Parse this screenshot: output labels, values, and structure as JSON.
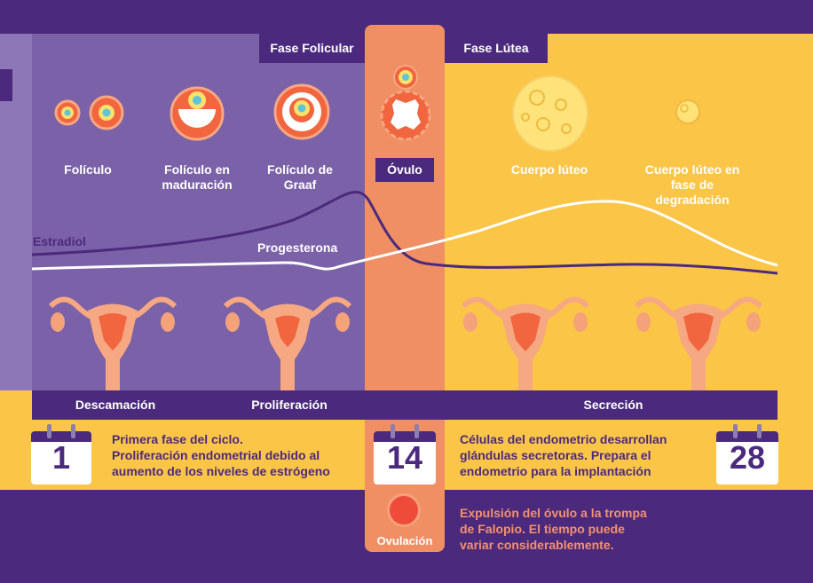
{
  "phases": {
    "follicular": "Fase Folicular",
    "luteal": "Fase Lútea"
  },
  "stages": {
    "foliculo": "Folículo",
    "maduracion": "Folículo en maduración",
    "graaf": "Folículo de Graaf",
    "ovulo": "Óvulo",
    "luteo": "Cuerpo lúteo",
    "luteo_degradacion": "Cuerpo lúteo en fase de degradación"
  },
  "curves": {
    "estradiol": "Estradiol",
    "progesterona": "Progesterona"
  },
  "bar": {
    "descamacion": "Descamación",
    "proliferacion": "Proliferación",
    "secrecion": "Secreción"
  },
  "days": {
    "start": "1",
    "ovulation": "14",
    "end": "28"
  },
  "descriptions": {
    "day1_line1": "Primera fase del ciclo.",
    "day1_line2": "Proliferación endometrial debido al",
    "day1_line3": "aumento de los niveles de estrógeno",
    "day14_line1": "Células del endometrio desarrollan",
    "day14_line2": "glándulas secretoras. Prepara el",
    "day14_line3": "endometrio para la implantación",
    "ov_line1": "Expulsión del óvulo a la trompa",
    "ov_line2": "de Falopio. El tiempo puede",
    "ov_line3": "variar considerablemente."
  },
  "ovulation_label": "Ovulación",
  "colors": {
    "purple_dark": "#4b2a7e",
    "purple_mid": "#7b61a8",
    "orange_band": "#ef8f63",
    "yellow": "#fbc547",
    "follicle": "#f1653f",
    "red_dot": "#ee4b3a"
  }
}
